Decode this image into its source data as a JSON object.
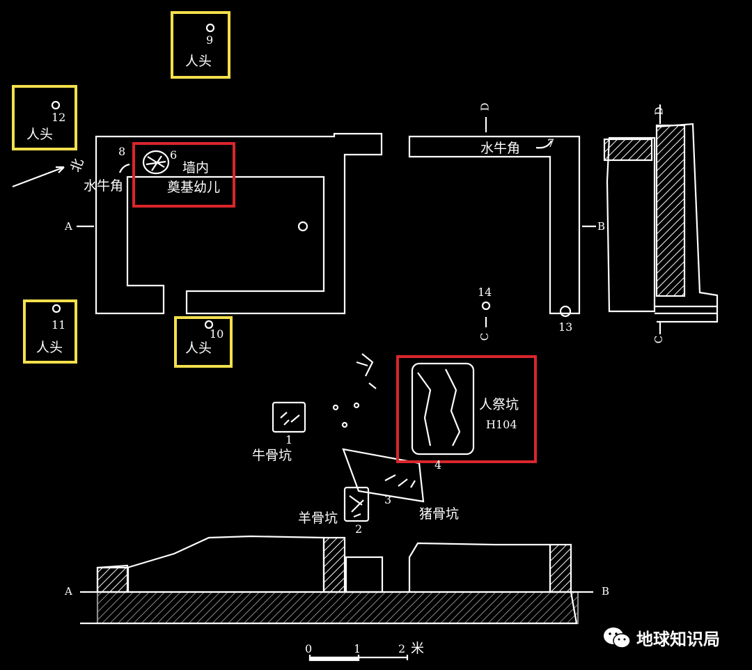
{
  "colors": {
    "background": "#000000",
    "line": "#ffffff",
    "highlight_yellow": "#f4e04d",
    "highlight_red": "#d9262c"
  },
  "labels": {
    "n9": "9",
    "n12": "12",
    "n11": "11",
    "n10": "10",
    "head": "人头",
    "n8": "8",
    "n6": "6",
    "n7": "7",
    "n14": "14",
    "n13": "13",
    "n1": "1",
    "n2": "2",
    "n3": "3",
    "n4": "4",
    "buffalo_horn": "水牛角",
    "wall_inner": "墙内",
    "foundation_child": "奠基幼儿",
    "north": "北",
    "ox_pit": "牛骨坑",
    "sheep_pit": "羊骨坑",
    "pig_pit": "猪骨坑",
    "sacrifice_pit": "人祭坑",
    "sacrifice_pit_id": "H104",
    "sec_A": "A",
    "sec_B": "B",
    "sec_C": "C",
    "sec_D": "D"
  },
  "scale": {
    "t0": "0",
    "t1": "1",
    "t2": "2",
    "unit": "米"
  },
  "watermark": {
    "text": "地球知识局",
    "icon": "wechat-icon"
  }
}
